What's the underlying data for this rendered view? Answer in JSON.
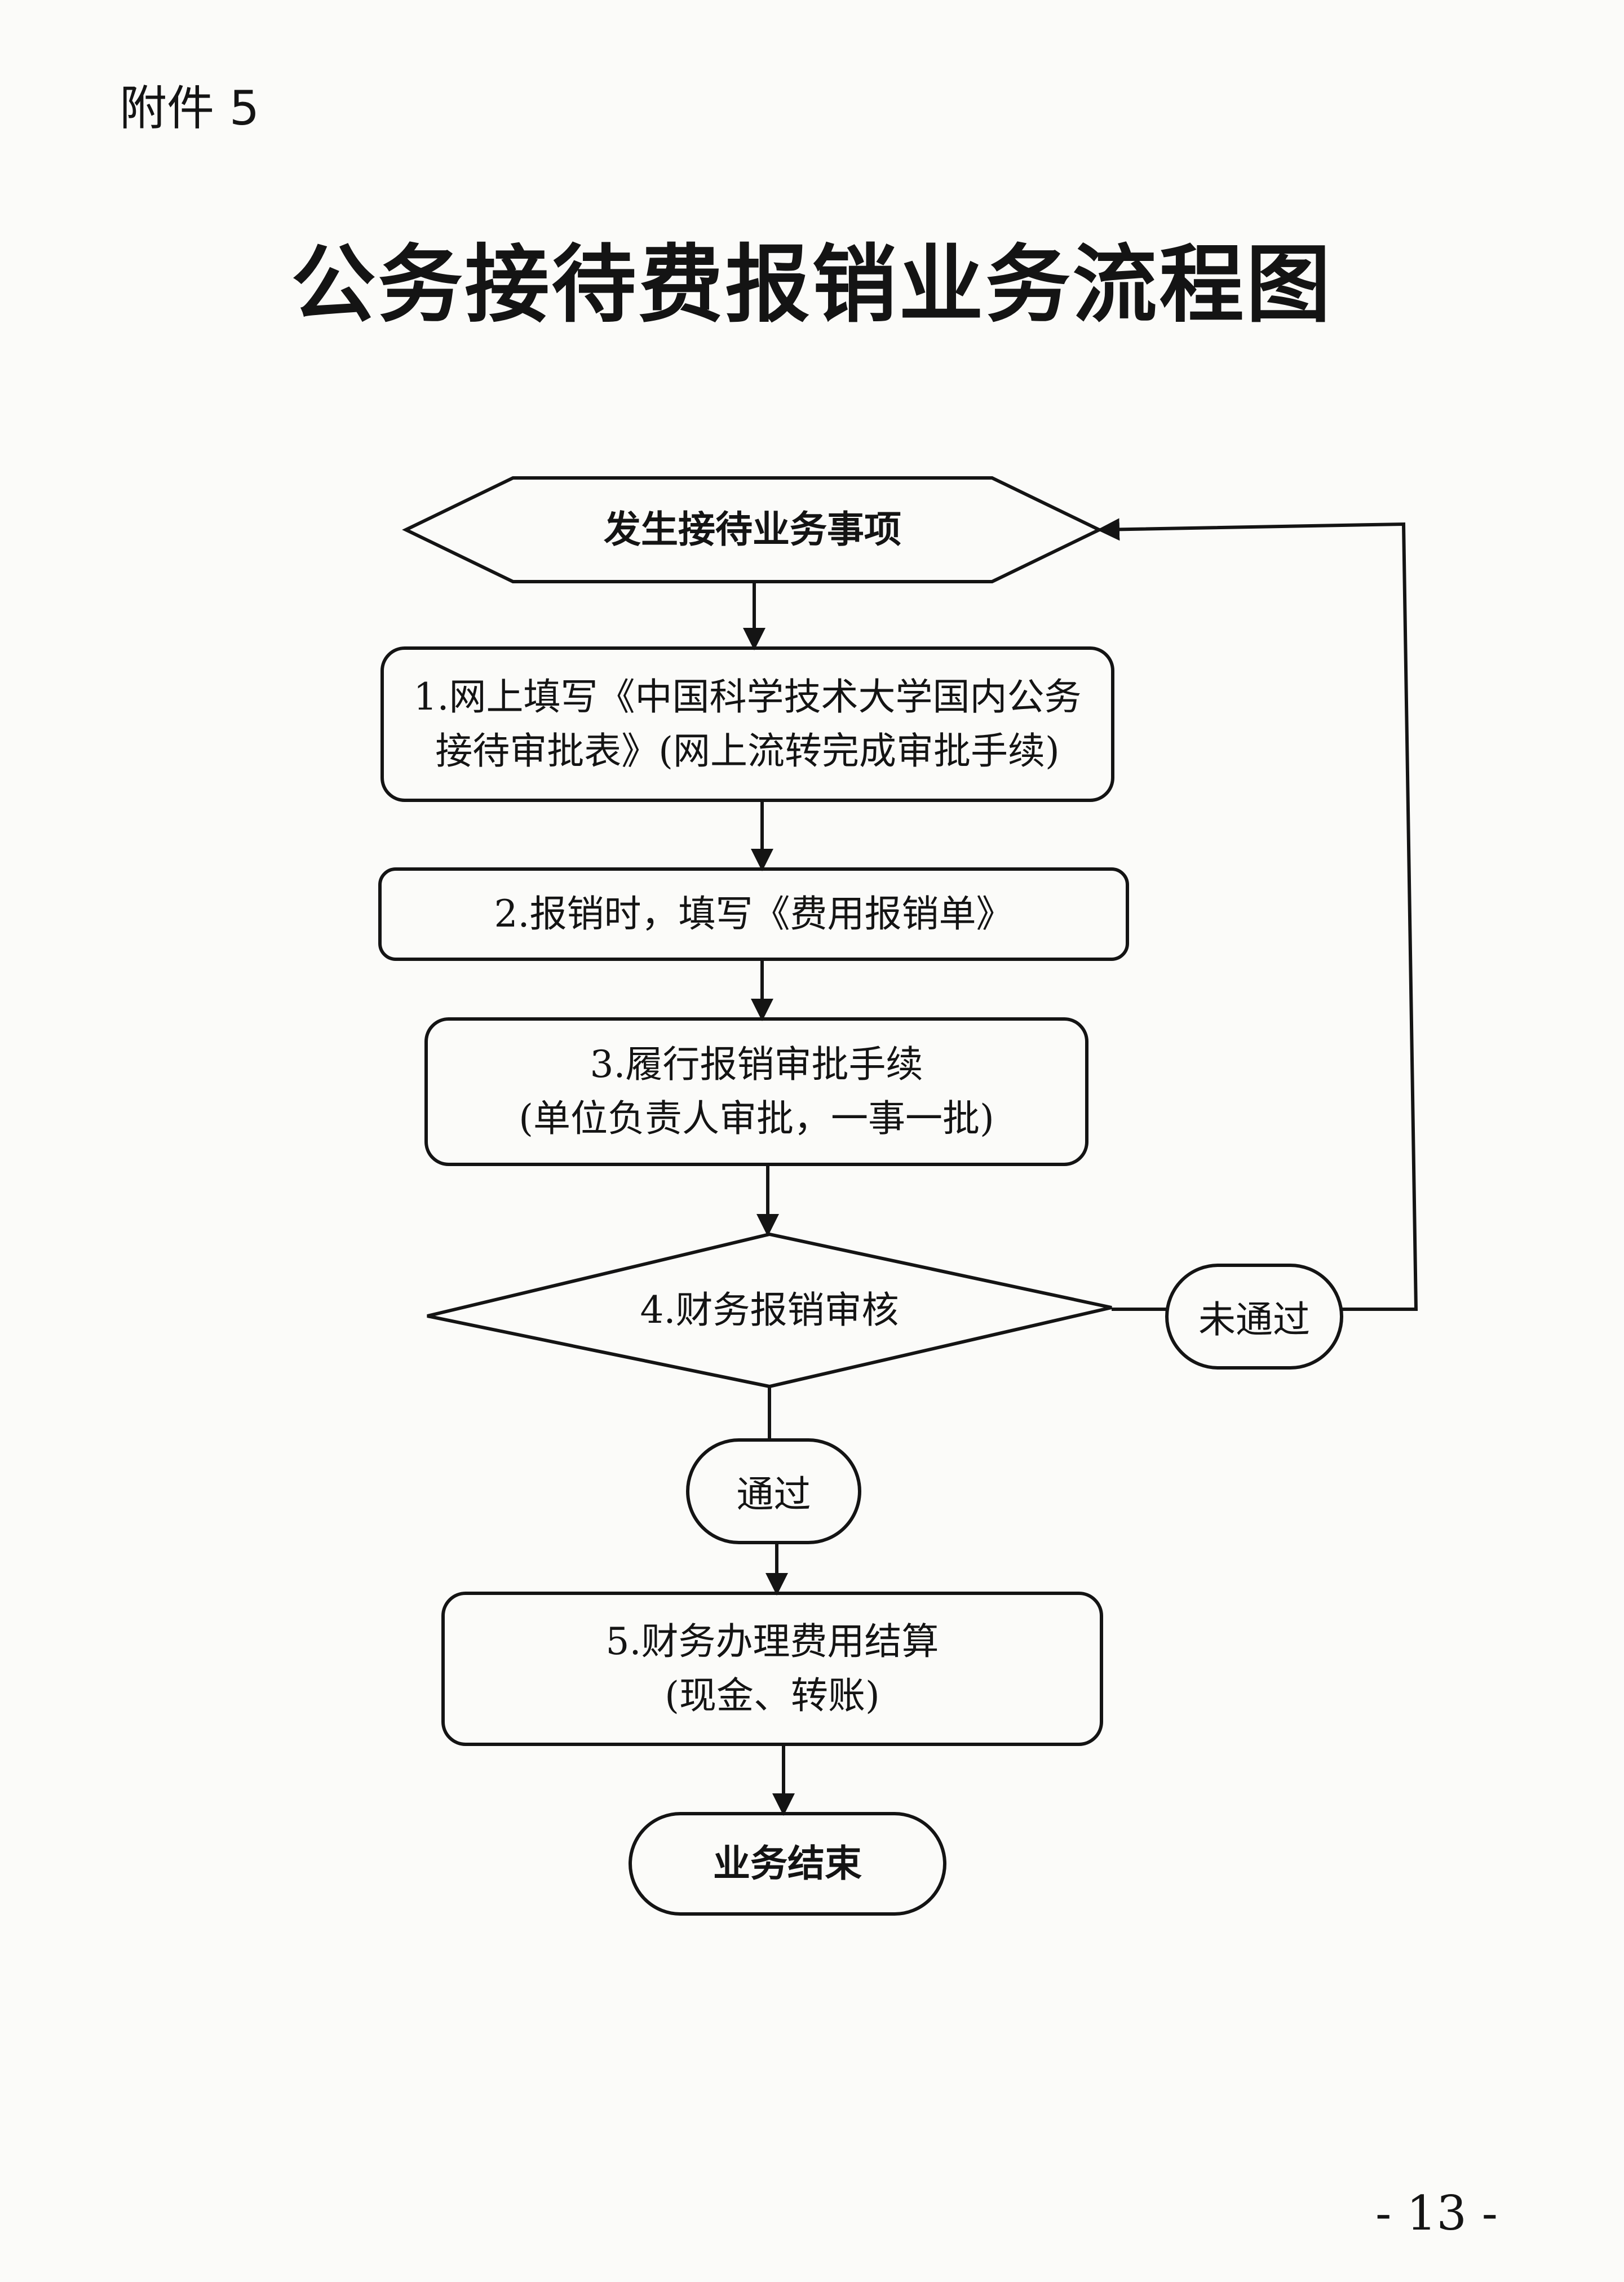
{
  "attachment_label": "附件 5",
  "title": "公务接待费报销业务流程图",
  "page_number": "- 13 -",
  "flow": {
    "start": "发生接待业务事项",
    "step1": {
      "line1": "1.网上填写《中国科学技术大学国内公务",
      "line2": "接待审批表》(网上流转完成审批手续)"
    },
    "step2": "2.报销时，填写《费用报销单》",
    "step3": {
      "line1": "3.履行报销审批手续",
      "line2": "(单位负责人审批，一事一批)"
    },
    "decision": "4.财务报销审核",
    "fail_label": "未通过",
    "pass_label": "通过",
    "step5": {
      "line1": "5.财务办理费用结算",
      "line2": "(现金、转账)"
    },
    "end": "业务结束"
  }
}
